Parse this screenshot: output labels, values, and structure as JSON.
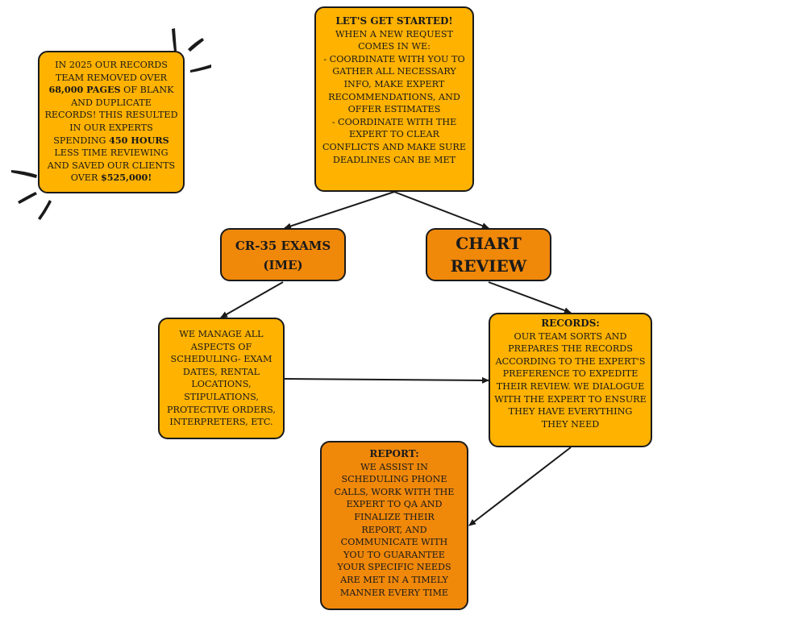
{
  "stat_box": {
    "line1": "IN 2025 OUR RECORDS",
    "line2": "TEAM REMOVED OVER",
    "pages_bold": "68,000 PAGES",
    "line3_rest": " OF BLANK",
    "line4": "AND DUPLICATE",
    "line5": "RECORDS! THIS RESULTED",
    "line6": "IN OUR EXPERTS",
    "line7_pre": "SPENDING ",
    "hours_bold": "450 HOURS",
    "line8": "LESS TIME REVIEWING",
    "line9": "AND SAVED OUR CLIENTS",
    "line10_pre": "OVER ",
    "money_bold": "$525,000!"
  },
  "start_box": {
    "title": "LET'S GET STARTED!",
    "lines": [
      "WHEN A NEW REQUEST",
      "COMES IN WE:",
      "- COORDINATE WITH YOU TO",
      "GATHER ALL NECESSARY",
      "INFO, MAKE EXPERT",
      "RECOMMENDATIONS, AND",
      "OFFER ESTIMATES",
      "- COORDINATE WITH THE",
      "EXPERT TO CLEAR",
      "CONFLICTS AND MAKE SURE",
      "DEADLINES CAN BE MET"
    ]
  },
  "cr35_box": {
    "line1": "CR-35 EXAMS",
    "line2": "(IME)"
  },
  "chart_box": {
    "line1": "CHART",
    "line2": "REVIEW"
  },
  "schedule_box": {
    "lines": [
      "WE MANAGE ALL",
      "ASPECTS OF",
      "SCHEDULING- EXAM",
      "DATES, RENTAL",
      "LOCATIONS,",
      "STIPULATIONS,",
      "PROTECTIVE ORDERS,",
      "INTERPRETERS, ETC."
    ]
  },
  "records_box": {
    "title": "RECORDS:",
    "lines": [
      "OUR TEAM SORTS AND",
      "PREPARES THE RECORDS",
      "ACCORDING TO THE EXPERT'S",
      "PREFERENCE TO EXPEDITE",
      "THEIR REVIEW. WE DIALOGUE",
      "WITH THE EXPERT TO ENSURE",
      "THEY HAVE EVERYTHING",
      "THEY NEED"
    ]
  },
  "report_box": {
    "title": "REPORT:",
    "lines": [
      "WE ASSIST IN",
      "SCHEDULING PHONE",
      "CALLS, WORK WITH THE",
      "EXPERT TO QA AND",
      "FINALIZE THEIR",
      "REPORT, AND",
      "COMMUNICATE WITH",
      "YOU TO GUARANTEE",
      "YOUR SPECIFIC NEEDS",
      "ARE MET IN A TIMELY",
      "MANNER EVERY TIME"
    ]
  },
  "colors": {
    "yellow": "#ffb200",
    "orange": "#f0880a",
    "stroke": "#1a1a1a"
  }
}
